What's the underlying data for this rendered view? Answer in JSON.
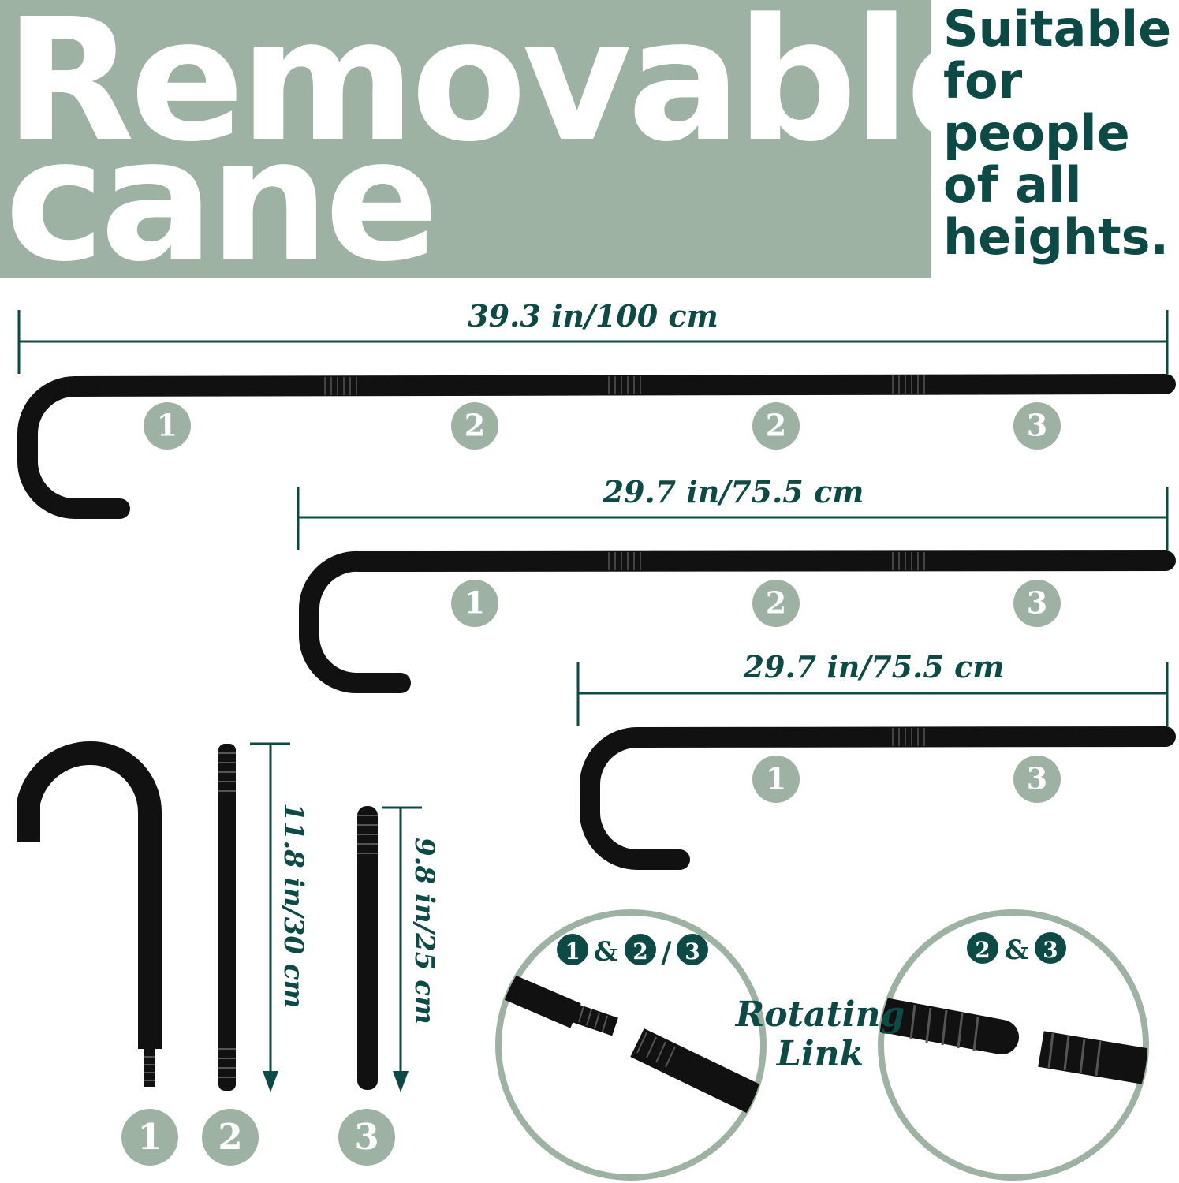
{
  "title": {
    "line1": "Removable",
    "line2": "cane"
  },
  "tagline": [
    "Suitable",
    "for",
    "people",
    "of all",
    "heights."
  ],
  "dimensions": {
    "full": "39.3 in/100 cm",
    "medium": "29.7 in/75.5 cm",
    "short": "29.7 in/75.5 cm",
    "part2": "11.8 in/30 cm",
    "part3": "9.8 in/25 cm"
  },
  "badges": {
    "row1": [
      "1",
      "2",
      "2",
      "3"
    ],
    "row2": [
      "1",
      "2",
      "3"
    ],
    "row3": [
      "1",
      "3"
    ],
    "parts": [
      "1",
      "2",
      "3"
    ]
  },
  "detail": {
    "left": {
      "a": "1",
      "sep1": "&",
      "b": "2",
      "sep2": "/",
      "c": "3"
    },
    "right": {
      "a": "2",
      "sep1": "&",
      "b": "3"
    },
    "caption_line1": "Rotating",
    "caption_line2": "Link"
  },
  "colors": {
    "banner": "#9db2a3",
    "dark_teal": "#0d4a46",
    "badge": "#9db2a3",
    "cane": "#111111"
  }
}
